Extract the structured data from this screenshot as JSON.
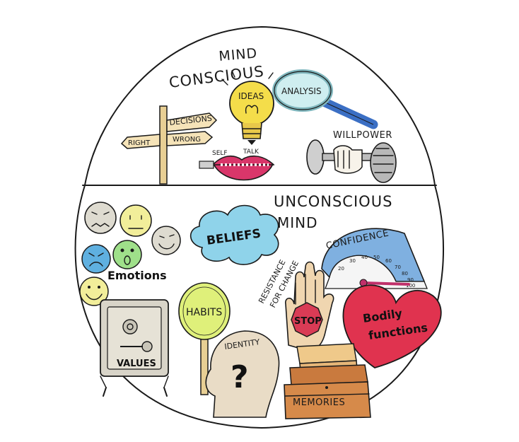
{
  "conscious": {
    "title_line1": "CONSCIOUS",
    "title_line2": "MIND",
    "ideas": "IDEAS",
    "analysis": "ANALYSIS",
    "decisions": "DECISIONS",
    "right": "RIGHT",
    "wrong": "WRONG",
    "self": "SELF",
    "talk": "TALK",
    "willpower": "WILLPOWER"
  },
  "unconscious": {
    "title_line1": "UNCONSCIOUS",
    "title_line2": "MIND",
    "beliefs": "BELIEFS",
    "confidence": "CONFIDENCE",
    "gauge_ticks": [
      "20",
      "30",
      "40",
      "50",
      "60",
      "70",
      "80",
      "90",
      "100"
    ],
    "emotions": "Emotions",
    "resistance_line1": "RESISTANCE",
    "resistance_line2": "FOR CHANGE",
    "stop": "STOP",
    "habits": "HABITS",
    "identity": "IDENTITY",
    "question_mark": "?",
    "values": "VALUES",
    "bodily_line1": "Bodily",
    "bodily_line2": "functions",
    "memories": "MEMORIES"
  },
  "colors": {
    "bulb": "#f4dd4a",
    "lens": "#cfeef0",
    "lens_handle": "#3b6fc4",
    "lips": "#d9366a",
    "cloud": "#8fd3ea",
    "gauge_ring": "#4a7fc1",
    "gauge_needle": "#c0306a",
    "heart": "#e0334f",
    "habits_sign": "#dff07a",
    "stop_sign": "#d93b55",
    "box": "#d68a4a",
    "box_top": "#efc98a",
    "face_yellow": "#f2ee9a",
    "face_grey": "#dedbd0",
    "face_blue": "#5fb0e0",
    "face_green": "#9fe08a",
    "skin": "#f0d6b0",
    "wood": "#e8cf94"
  }
}
